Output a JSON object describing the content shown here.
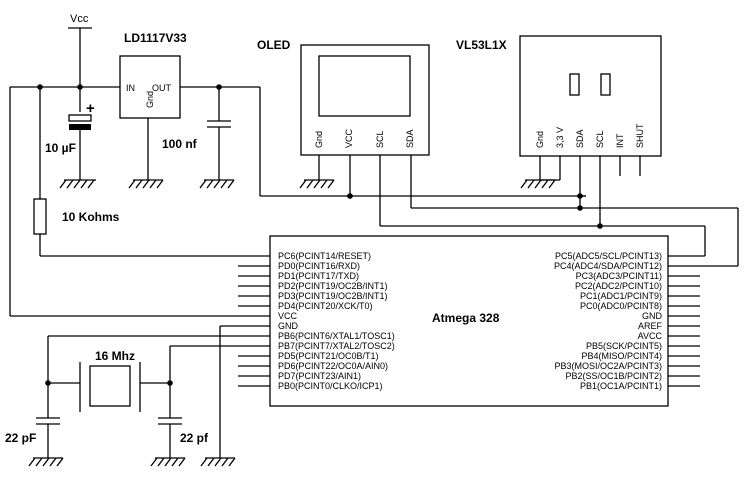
{
  "supply": {
    "label": "Vcc"
  },
  "regulator": {
    "name": "LD1117V33",
    "pin_in": "IN",
    "pin_out": "OUT",
    "pin_gnd": "Gnd"
  },
  "capacitors": {
    "c_in": "10 µF",
    "c_out": "100 nf",
    "c_xtal_left": "22 pF",
    "c_xtal_right": "22 pf",
    "polarity": "+"
  },
  "resistor": {
    "label": "10 Kohms"
  },
  "crystal": {
    "label": "16 Mhz"
  },
  "oled": {
    "name": "OLED",
    "pins": [
      "Gnd",
      "VCC",
      "SCL",
      "SDA"
    ]
  },
  "sensor": {
    "name": "VL53L1X",
    "pins": [
      "Gnd",
      "3,3 V",
      "SDA",
      "SCL",
      "INT",
      "SHUT"
    ]
  },
  "mcu": {
    "name": "Atmega 328",
    "left_pins": [
      "PC6(PCINT14/RESET)",
      "PD0(PCINT16/RXD)",
      "PD1(PCINT17/TXD)",
      "PD2(PCINT19/OC2B/INT1)",
      "PD3(PCINT19/OC2B/INT1)",
      "PD4(PCINT20/XCK/T0)",
      "VCC",
      "GND",
      "PB6(PCINT6/XTAL1/TOSC1)",
      "PB7(PCINT7/XTAL2/TOSC2)",
      "PD5(PCINT21/OC0B/T1)",
      "PD6(PCINT22/OC0A/AIN0)",
      "PD7(PCINT23/AIN1)",
      "PB0(PCINT0/CLKO/ICP1)"
    ],
    "right_pins": [
      "PC5(ADC5/SCL/PCINT13)",
      "PC4(ADC4/SDA/PCINT12)",
      "PC3(ADC3/PCINT11)",
      "PC2(ADC2/PCINT10)",
      "PC1(ADC1/PCINT9)",
      "PC0(ADC0/PCINT8)",
      "GND",
      "AREF",
      "AVCC",
      "PB5(SCK/PCINT5)",
      "PB4(MISO/PCINT4)",
      "PB3(MOSI/OC2A/PCINT3)",
      "PB2(SS/OC1B/PCINT2)",
      "PB1(OC1A/PCINT1)"
    ]
  }
}
